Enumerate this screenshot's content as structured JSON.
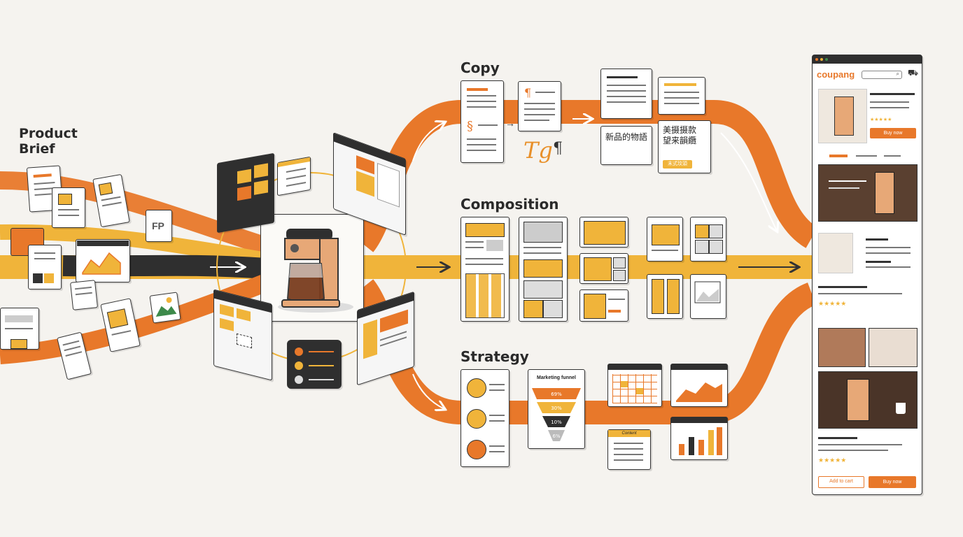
{
  "labels": {
    "product_brief": "Product\nBrief",
    "copy": "Copy",
    "composition": "Composition",
    "strategy": "Strategy"
  },
  "copy_cards": {
    "headline_text": "新品的物語",
    "body_text": "美摄摄款\n望来韻纜",
    "tag_label": "末式玟頭",
    "typography_glyph": "Tg",
    "pilcrow": "¶",
    "section_mark": "§"
  },
  "strategy_cards": {
    "funnel_title": "Marketing funnel",
    "funnel_levels": [
      "69%",
      "30%",
      "10%",
      "6%"
    ],
    "content_calendar_label": "Content"
  },
  "storefront": {
    "brand": "coupang",
    "buy_now_label": "Buy now",
    "add_to_cart_label": "Add to cart",
    "buy_now_bottom_label": "Buy now",
    "rating_stars": "★★★★★"
  },
  "colors": {
    "orange": "#e8782a",
    "yellow": "#f0b43a",
    "dark": "#2f2f2f",
    "background": "#f5f3ef"
  },
  "icons": [
    "coffee-maker-icon",
    "search-icon",
    "cart-icon",
    "person-icon",
    "image-icon",
    "folder-icon",
    "document-icon",
    "arrow-icon"
  ]
}
